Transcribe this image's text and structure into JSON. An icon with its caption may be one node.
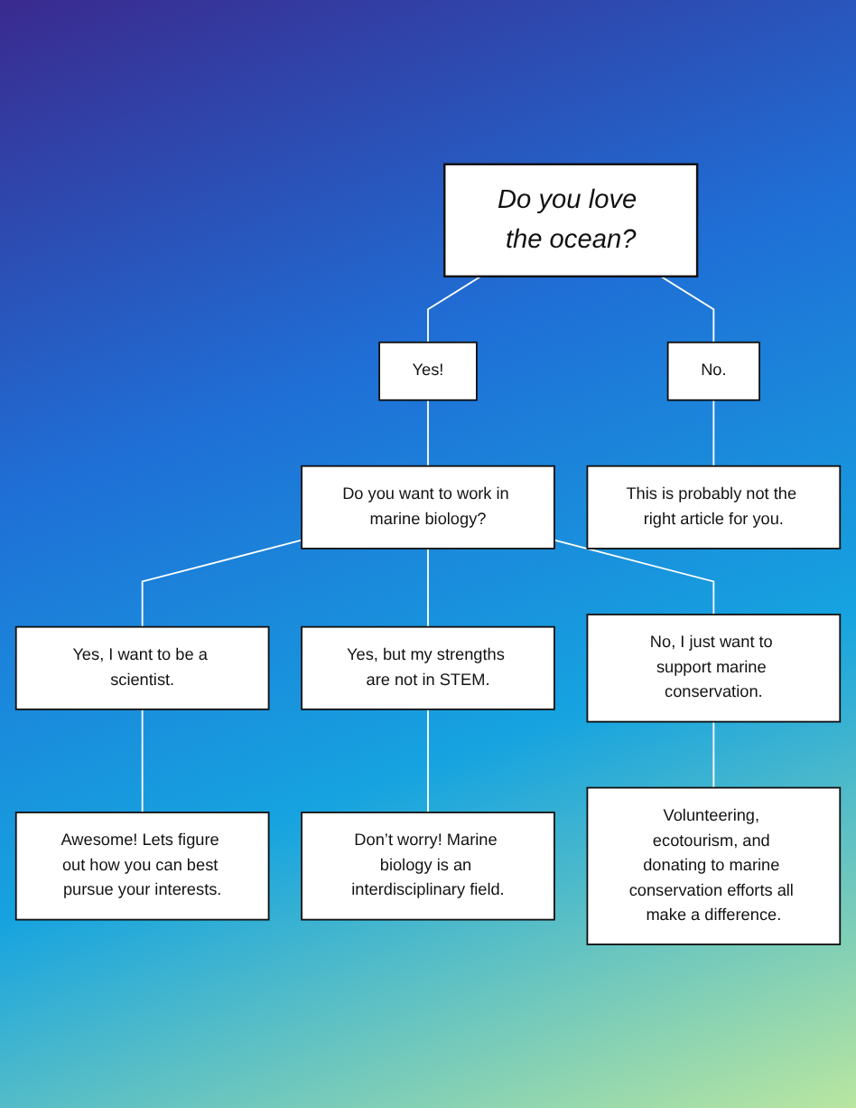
{
  "diagram": {
    "nodes": [
      {
        "text": [
          "Do you love the ocean?"
        ]
      },
      {
        "text": [
          "Yes!"
        ]
      },
      {
        "text": [
          "No."
        ]
      },
      {
        "text": [
          "Do you want to work in marine biology?"
        ]
      },
      {
        "text": [
          "This is probably not the right article for you."
        ]
      },
      {
        "text": [
          "Yes, I want to be a scientist."
        ]
      },
      {
        "text": [
          "No, I just want to support marine conservation."
        ]
      },
      {
        "text": [
          "Yes, but my strengths are not in STEM."
        ]
      },
      {
        "text": [
          "Awesome! Lets figure out how you can best pursue your interests."
        ]
      },
      {
        "text": [
          "Volunteering, ecotourism, and donating to marine conservation efforts all make a difference."
        ]
      },
      {
        "text": [
          "Don’t worry! Marine biology is an interdisciplinary field."
        ]
      }
    ],
    "edges": [
      {
        "from": 0,
        "to": 1,
        "arrow": "none"
      },
      {
        "from": 0,
        "to": 2,
        "arrow": "none"
      },
      {
        "from": 1,
        "to": 3,
        "arrow": "none"
      },
      {
        "from": 2,
        "to": 4,
        "arrow": "none"
      },
      {
        "from": 3,
        "to": 5,
        "arrow": "none"
      },
      {
        "from": 3,
        "to": 7,
        "arrow": "none"
      },
      {
        "from": 3,
        "to": 6,
        "arrow": "none"
      },
      {
        "from": 5,
        "to": 8,
        "arrow": "none"
      },
      {
        "from": 6,
        "to": 9,
        "arrow": "none"
      },
      {
        "from": 7,
        "to": 10,
        "arrow": "none"
      }
    ]
  }
}
